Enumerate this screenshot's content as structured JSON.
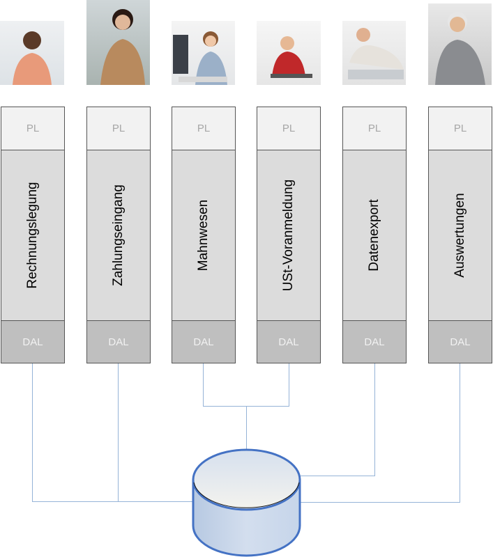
{
  "diagram": {
    "line_color": "#95b3d7",
    "database_color": "#4472c4",
    "modules": [
      {
        "pl": "PL",
        "name": "Rechnungslegung",
        "dal": "DAL"
      },
      {
        "pl": "PL",
        "name": "Zahlungseingang",
        "dal": "DAL"
      },
      {
        "pl": "PL",
        "name": "Mahnwesen",
        "dal": "DAL"
      },
      {
        "pl": "PL",
        "name": "USt-Voranmeldung",
        "dal": "DAL"
      },
      {
        "pl": "PL",
        "name": "Datenexport",
        "dal": "DAL"
      },
      {
        "pl": "PL",
        "name": "Auswertungen",
        "dal": "DAL"
      }
    ]
  }
}
